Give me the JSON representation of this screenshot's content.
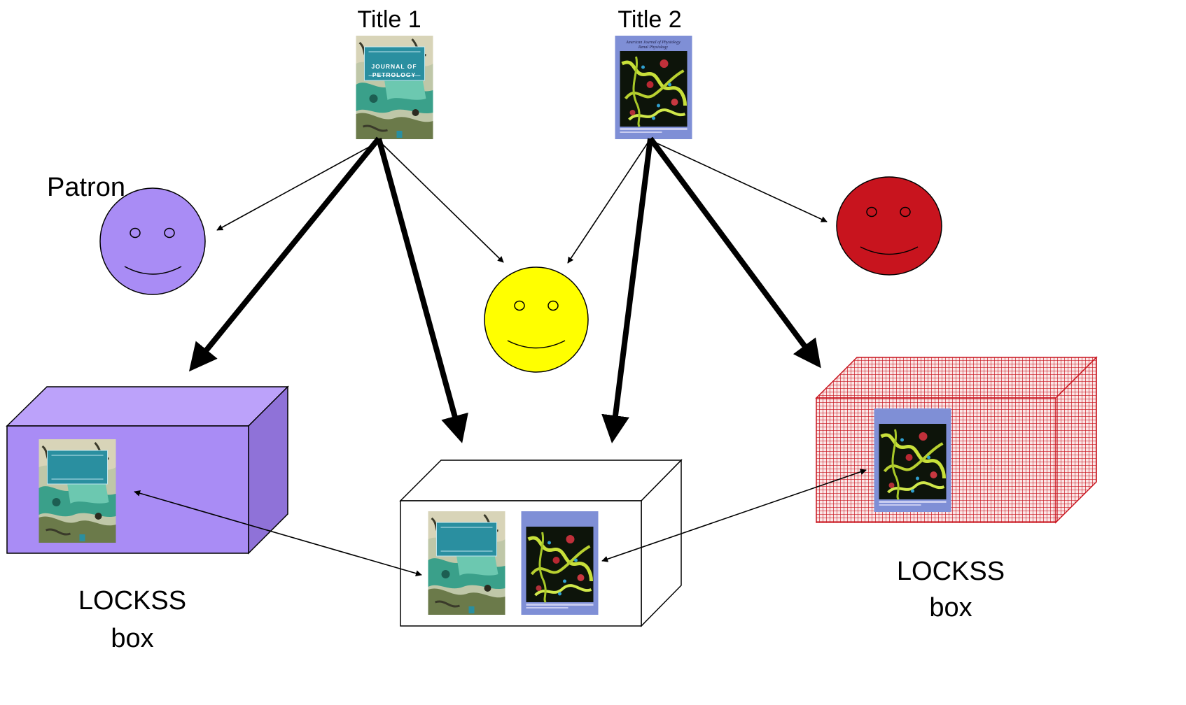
{
  "labels": {
    "title1": "Title 1",
    "title2": "Title 2",
    "patron": "Patron",
    "lockss_left_line1": "LOCKSS",
    "lockss_left_line2": "box",
    "lockss_right_line1": "LOCKSS",
    "lockss_right_line2": "box"
  },
  "cover_text": {
    "journal_of_petrology_line1": "JOURNAL OF",
    "journal_of_petrology_line2": "PETROLOGY",
    "ajp_line1": "American Journal of Physiology",
    "ajp_line2": "Renal Physiology"
  },
  "colors": {
    "patron_purple": "#a98cf5",
    "patron_yellow": "#ffff00",
    "patron_red": "#c8141e",
    "box_purple_front": "#a98cf5",
    "box_purple_top": "#bca2fa",
    "box_purple_side": "#8f72d8",
    "box_red_grid": "#c8141e",
    "petrology_teal": "#2a8fa0",
    "ajp_blue": "#7f8fd6"
  }
}
